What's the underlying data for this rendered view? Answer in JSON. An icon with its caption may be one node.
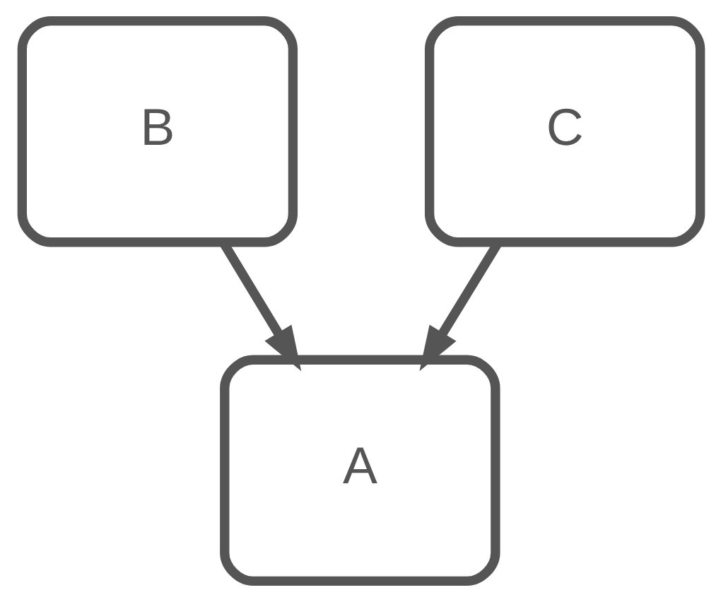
{
  "diagram": {
    "nodes": [
      {
        "text": [
          "B"
        ]
      },
      {
        "text": [
          "C"
        ]
      },
      {
        "text": [
          "A"
        ]
      }
    ],
    "edges": [
      {
        "from": 0,
        "to": 2,
        "arrow": "to"
      },
      {
        "from": 1,
        "to": 2,
        "arrow": "to"
      }
    ]
  }
}
